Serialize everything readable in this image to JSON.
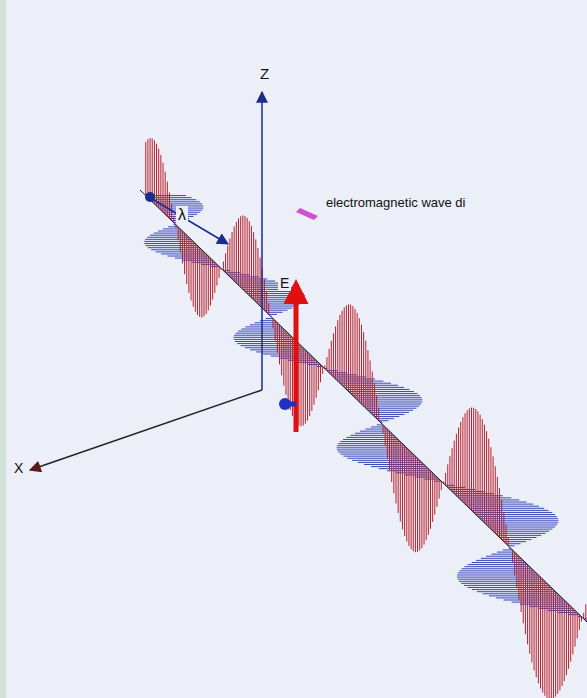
{
  "diagram": {
    "labels": [
      "Z",
      "λ",
      "electromagnetic wave di",
      "E",
      "X"
    ]
  }
}
